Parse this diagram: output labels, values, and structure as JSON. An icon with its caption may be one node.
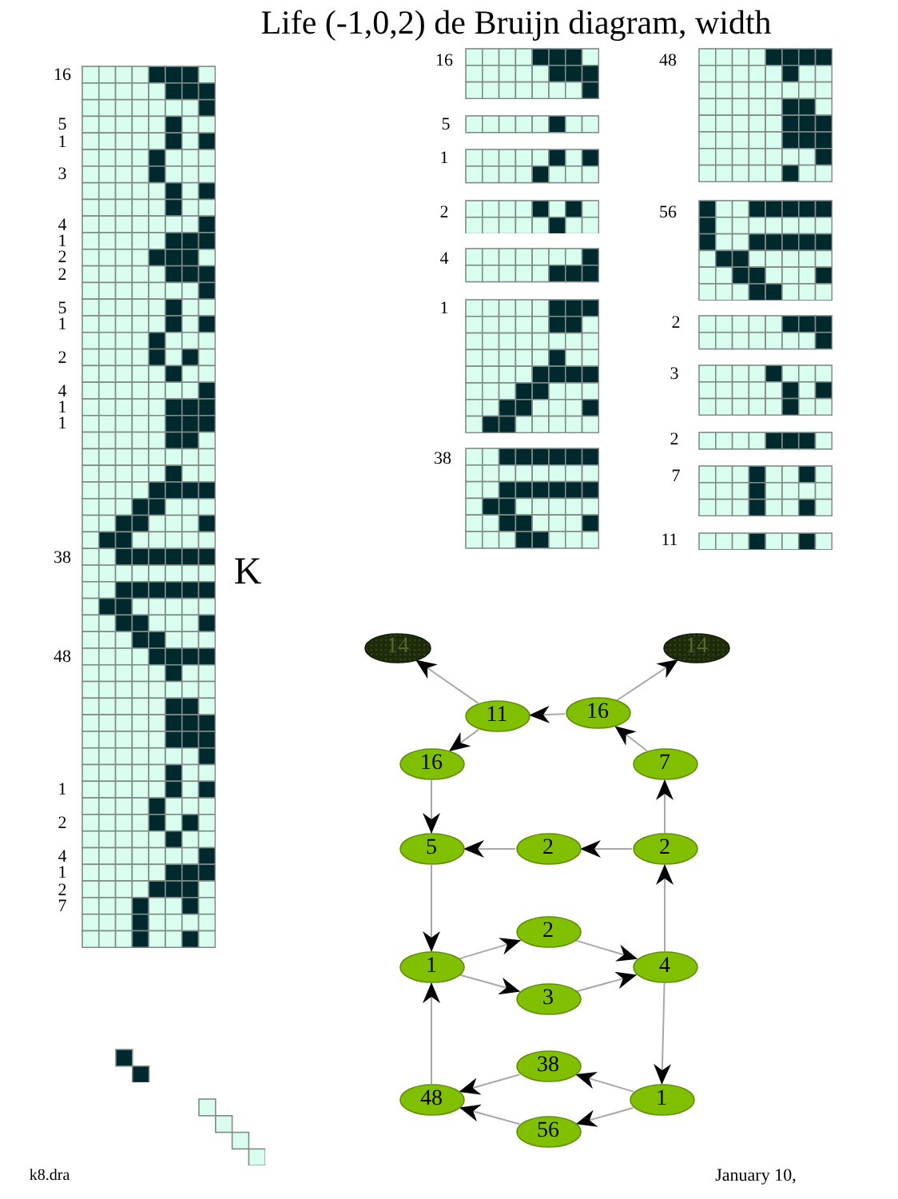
{
  "diagram": {
    "title": "Life (-1,0,2) de Bruijn diagram, width",
    "nodes": [
      {
        "text": [
          "14"
        ]
      },
      {
        "text": [
          "14"
        ]
      },
      {
        "text": [
          "11"
        ]
      },
      {
        "text": [
          "16"
        ]
      },
      {
        "text": [
          "16"
        ]
      },
      {
        "text": [
          "7"
        ]
      },
      {
        "text": [
          "5"
        ]
      },
      {
        "text": [
          "2"
        ]
      },
      {
        "text": [
          "2"
        ]
      },
      {
        "text": [
          "2"
        ]
      },
      {
        "text": [
          "1"
        ]
      },
      {
        "text": [
          "4"
        ]
      },
      {
        "text": [
          "3"
        ]
      },
      {
        "text": [
          "38"
        ]
      },
      {
        "text": [
          "48"
        ]
      },
      {
        "text": [
          "1"
        ]
      },
      {
        "text": [
          "56"
        ]
      }
    ],
    "edges": [
      {
        "from": 2,
        "to": 0,
        "arrow": "to"
      },
      {
        "from": 3,
        "to": 1,
        "arrow": "to"
      },
      {
        "from": 3,
        "to": 2,
        "arrow": "to"
      },
      {
        "from": 2,
        "to": 4,
        "arrow": "to"
      },
      {
        "from": 5,
        "to": 3,
        "arrow": "to"
      },
      {
        "from": 4,
        "to": 6,
        "arrow": "to"
      },
      {
        "from": 8,
        "to": 5,
        "arrow": "to"
      },
      {
        "from": 8,
        "to": 7,
        "arrow": "to"
      },
      {
        "from": 7,
        "to": 6,
        "arrow": "to"
      },
      {
        "from": 11,
        "to": 8,
        "arrow": "to"
      },
      {
        "from": 6,
        "to": 10,
        "arrow": "to"
      },
      {
        "from": 10,
        "to": 9,
        "arrow": "to"
      },
      {
        "from": 10,
        "to": 12,
        "arrow": "to"
      },
      {
        "from": 9,
        "to": 11,
        "arrow": "to"
      },
      {
        "from": 12,
        "to": 11,
        "arrow": "to"
      },
      {
        "from": 11,
        "to": 15,
        "arrow": "to"
      },
      {
        "from": 15,
        "to": 13,
        "arrow": "to"
      },
      {
        "from": 15,
        "to": 16,
        "arrow": "to"
      },
      {
        "from": 13,
        "to": 14,
        "arrow": "to"
      },
      {
        "from": 16,
        "to": 14,
        "arrow": "to"
      },
      {
        "from": 14,
        "to": 10,
        "arrow": "to"
      }
    ],
    "labels": [
      "16",
      "5",
      "1",
      "3",
      "4",
      "1",
      "2",
      "2",
      "5",
      "1",
      "2",
      "4",
      "1",
      "1",
      "38",
      "48",
      "1",
      "2",
      "4",
      "1",
      "2",
      "7",
      "K",
      "16",
      "5",
      "1",
      "2",
      "4",
      "1",
      "38",
      "48",
      "56",
      "2",
      "3",
      "2",
      "7",
      "11",
      "k8.dra",
      "January 10,"
    ]
  }
}
